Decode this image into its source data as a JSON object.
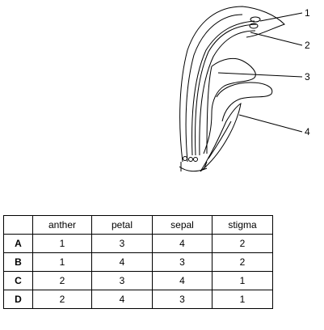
{
  "diagram": {
    "labels": [
      "1",
      "2",
      "3",
      "4"
    ]
  },
  "table": {
    "headers": [
      "",
      "anther",
      "petal",
      "sepal",
      "stigma"
    ],
    "rows": [
      [
        "A",
        "1",
        "3",
        "4",
        "2"
      ],
      [
        "B",
        "1",
        "4",
        "3",
        "2"
      ],
      [
        "C",
        "2",
        "3",
        "4",
        "1"
      ],
      [
        "D",
        "2",
        "4",
        "3",
        "1"
      ]
    ]
  }
}
